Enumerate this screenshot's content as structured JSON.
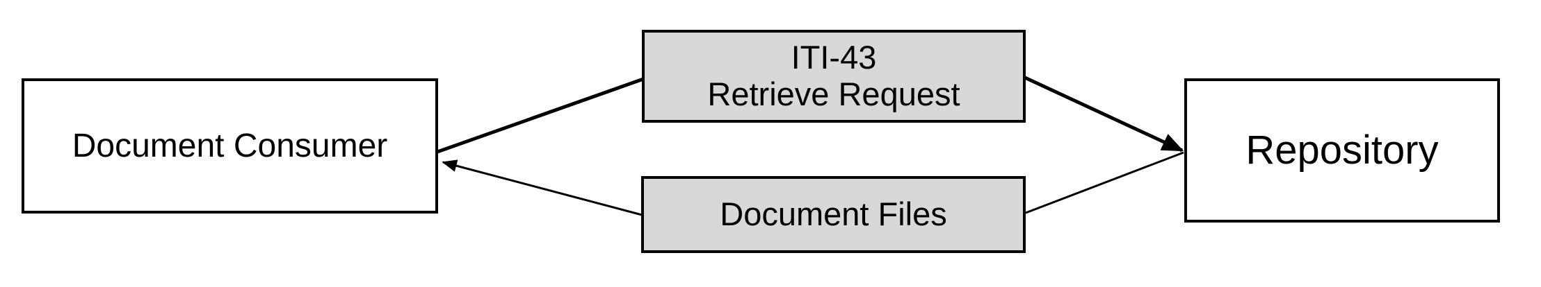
{
  "diagram": {
    "type": "ihe-transaction-diagram",
    "background_color": "#ffffff",
    "line_color": "#000000",
    "nodes": {
      "consumer": {
        "label": "Document Consumer",
        "fill": "#ffffff",
        "role": "actor"
      },
      "repository": {
        "label": "Repository",
        "fill": "#ffffff",
        "role": "actor"
      },
      "request": {
        "label": "ITI-43\nRetrieve Request",
        "fill": "#d8d8d8",
        "role": "transaction"
      },
      "response": {
        "label": "Document Files",
        "fill": "#d8d8d8",
        "role": "transaction"
      }
    },
    "edges": [
      {
        "name": "retrieve-request-flow",
        "from": "Document Consumer",
        "via": "ITI-43 Retrieve Request",
        "to": "Repository",
        "arrowhead_at": "Repository",
        "stroke_style": "thick"
      },
      {
        "name": "document-files-flow",
        "from": "Repository",
        "via": "Document Files",
        "to": "Document Consumer",
        "arrowhead_at": "Document Consumer",
        "stroke_style": "thin"
      }
    ]
  }
}
